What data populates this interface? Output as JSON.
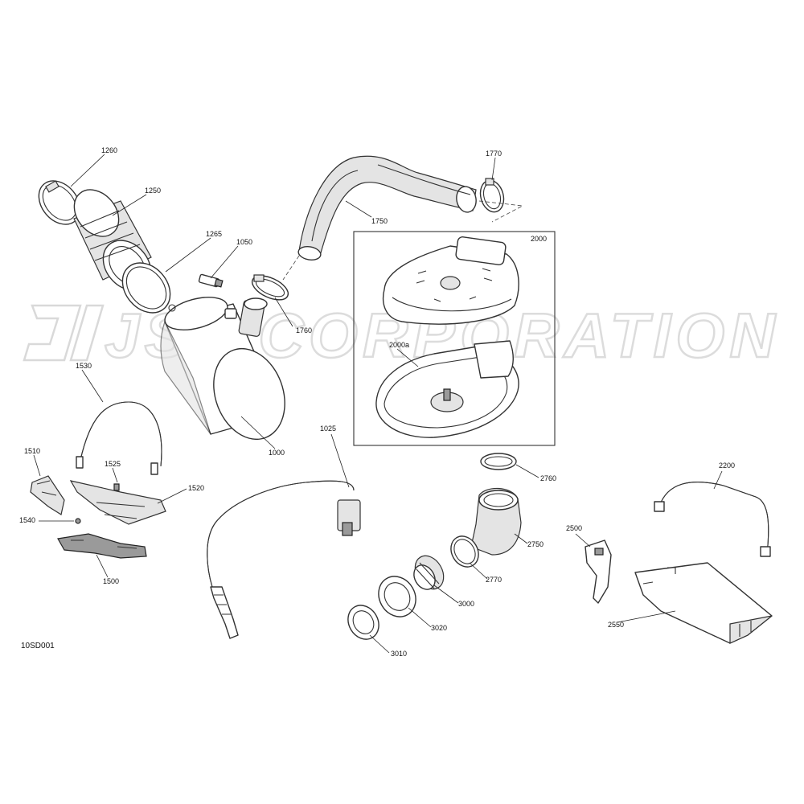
{
  "watermark": {
    "text": "JSP CORPORATION"
  },
  "diagram_ref": "10SD001",
  "callouts": {
    "c1260": "1260",
    "c1250": "1250",
    "c1265": "1265",
    "c1050": "1050",
    "c1760": "1760",
    "c1750": "1750",
    "c1770": "1770",
    "c2000": "2000",
    "c2000a": "2000a",
    "c1000": "1000",
    "c1530": "1530",
    "c1510": "1510",
    "c1525": "1525",
    "c1520": "1520",
    "c1540": "1540",
    "c1500": "1500",
    "c1025": "1025",
    "c2760": "2760",
    "c2750": "2750",
    "c2770": "2770",
    "c3000": "3000",
    "c3020": "3020",
    "c3010": "3010",
    "c2200": "2200",
    "c2500": "2500",
    "c2550": "2550"
  },
  "colors": {
    "line": "#333333",
    "shade": "#e4e4e4",
    "watermark_outline": "#d9d9d9"
  }
}
